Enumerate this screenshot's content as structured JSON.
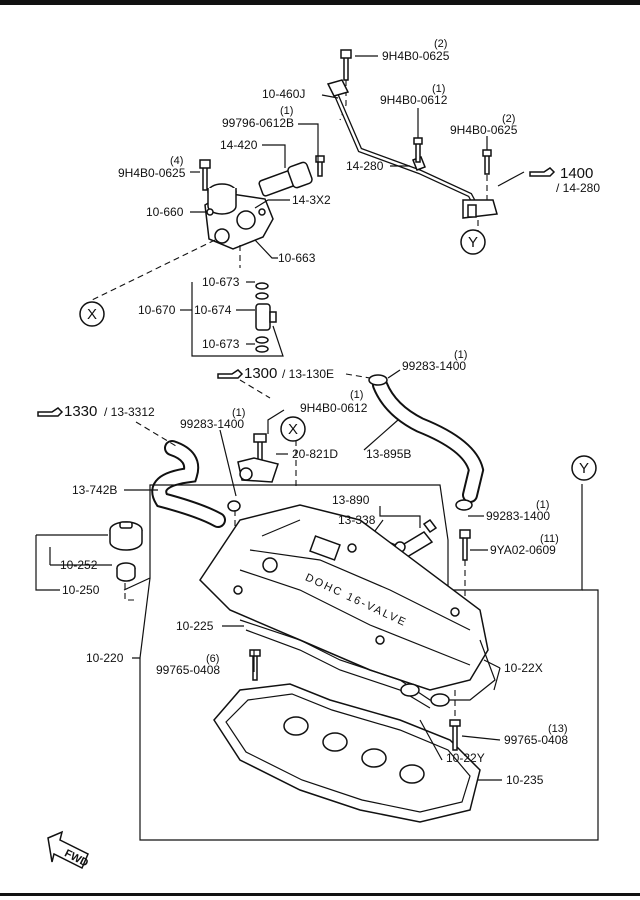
{
  "callouts": {
    "c1": "9H4B0-0625",
    "c1q": "(2)",
    "c2": "10-460J",
    "c3": "99796-0612B",
    "c3q": "(1)",
    "c4": "9H4B0-0612",
    "c4q": "(1)",
    "c5": "9H4B0-0625",
    "c5q": "(2)",
    "c6": "14-420",
    "c7": "14-280",
    "c8": "9H4B0-0625",
    "c8q": "(4)",
    "c9": "1400",
    "c9b": "/ 14-280",
    "c10": "10-660",
    "c11": "14-3X2",
    "c12": "10-663",
    "c13": "10-673",
    "c14": "10-670",
    "c15": "10-674",
    "c16": "10-673",
    "c17": "99283-1400",
    "c17q": "(1)",
    "c18": "1300",
    "c18b": "/ 13-130E",
    "c19": "1330",
    "c19b": "/ 13-3312",
    "c20": "9H4B0-0612",
    "c20q": "(1)",
    "c21": "99283-1400",
    "c21q": "(1)",
    "c22": "20-821D",
    "c23": "13-895B",
    "c24": "13-742B",
    "c25": "13-890",
    "c26": "99283-1400",
    "c26q": "(1)",
    "c27": "13-338",
    "c28": "9YA02-0609",
    "c28q": "(11)",
    "c29": "10-252",
    "c30": "10-250",
    "c31": "10-225",
    "c32": "10-220",
    "c33": "99765-0408",
    "c33q": "(6)",
    "c34": "10-22X",
    "c35": "99765-0408",
    "c35q": "(13)",
    "c36": "10-22Y",
    "c37": "10-235",
    "refX1": "X",
    "refX2": "X",
    "refY1": "Y",
    "refY2": "Y",
    "fwd": "FWD",
    "cover_text": "DOHC 16-VALVE"
  }
}
